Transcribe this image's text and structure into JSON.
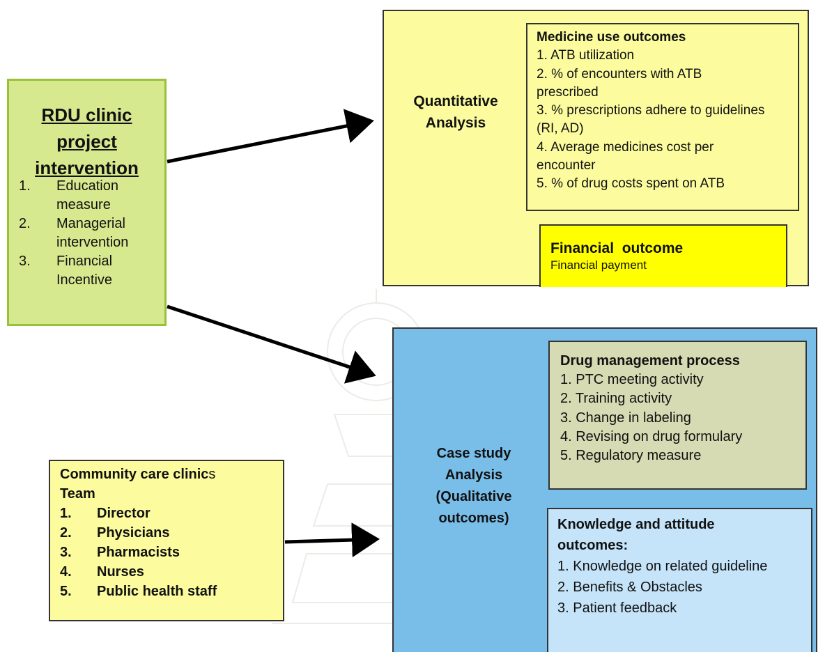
{
  "intervention": {
    "title_lines": [
      "RDU clinic",
      "project",
      "intervention"
    ],
    "items": [
      {
        "num": "1.",
        "text": "Education measure"
      },
      {
        "num": "2.",
        "text": "Managerial intervention"
      },
      {
        "num": "3.",
        "text": "Financial Incentive"
      }
    ]
  },
  "quantitative": {
    "label_lines": [
      "Quantitative",
      "Analysis"
    ],
    "medicine_use": {
      "heading": "Medicine use outcomes",
      "items": [
        "1. ATB utilization",
        "2. % of encounters with ATB prescribed",
        "3. % prescriptions adhere to guidelines (RI, AD)",
        "4. Average medicines cost per encounter",
        "5. % of drug costs spent on ATB"
      ]
    },
    "financial": {
      "heading": "Financial  outcome",
      "sub": "Financial payment"
    }
  },
  "case_study": {
    "label_lines": [
      "Case study",
      "Analysis",
      "(Qualitative",
      "outcomes)"
    ],
    "drug_management": {
      "heading": "Drug management process",
      "items": [
        "1. PTC meeting activity",
        "2. Training activity",
        "3. Change in labeling",
        "4. Revising on drug formulary",
        "5. Regulatory measure"
      ]
    },
    "knowledge": {
      "heading": "Knowledge and attitude outcomes:",
      "items": [
        "1. Knowledge on related guideline",
        "2. Benefits & Obstacles",
        "3. Patient feedback"
      ]
    }
  },
  "community": {
    "heading_bold": "Community care clinic",
    "heading_tail": "s",
    "heading_line2": "Team",
    "items": [
      {
        "num": "1.",
        "text": "Director"
      },
      {
        "num": "2.",
        "text": "Physicians"
      },
      {
        "num": "3.",
        "text": "Pharmacists"
      },
      {
        "num": "4.",
        "text": "Nurses"
      },
      {
        "num": "5.",
        "text": "Public health staff"
      }
    ]
  },
  "colors": {
    "intervention_fill": "#d7e98e",
    "quant_fill": "#fcfc9e",
    "financial_fill": "#ffff00",
    "case_fill": "#79bde9",
    "drug_fill": "#d6dbb3",
    "knowledge_fill": "#c5e4f9"
  }
}
